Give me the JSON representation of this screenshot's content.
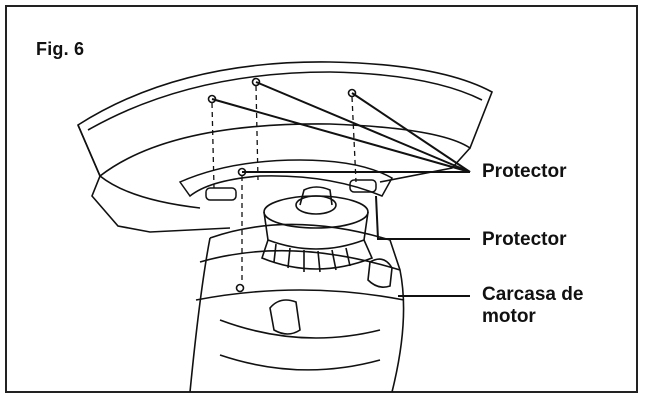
{
  "figure": {
    "title": "Fig. 6"
  },
  "callouts": [
    {
      "label": "Protector"
    },
    {
      "label": "Protector"
    },
    {
      "label": "Carcasa de motor"
    }
  ],
  "callout_lines": [
    "Carcasa de",
    "motor"
  ],
  "colors": {
    "line": "#111111",
    "border": "#222222",
    "background": "#ffffff"
  }
}
